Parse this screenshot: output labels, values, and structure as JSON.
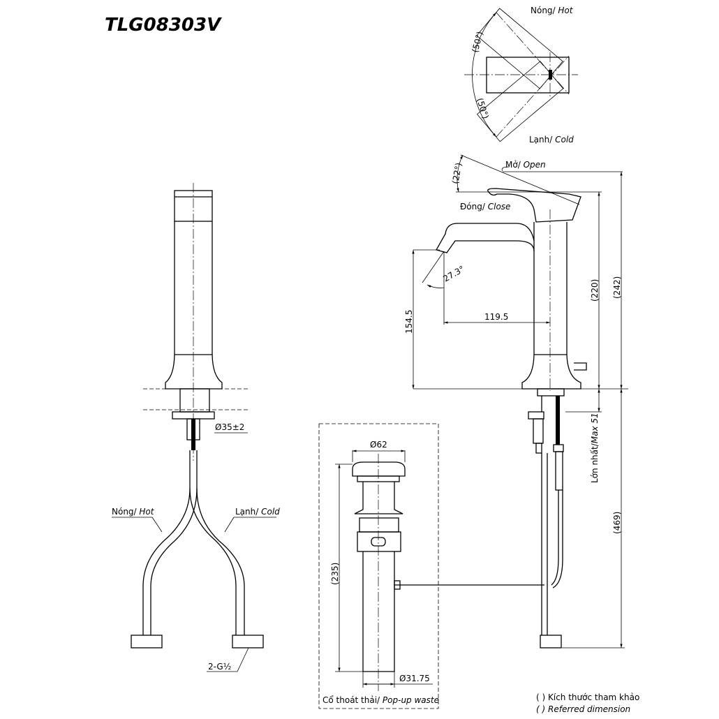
{
  "title": "TLG08303V",
  "top_view": {
    "hot_vi": "Nóng/ ",
    "hot_en": "Hot",
    "cold_vi": "Lạnh/ ",
    "cold_en": "Cold",
    "angle_hot": "(50°)",
    "angle_cold": "(50°)"
  },
  "side_view": {
    "open_vi": "Mở/ ",
    "open_en": "Open",
    "close_vi": "Đóng/ ",
    "close_en": "Close",
    "lever_angle": "(22°)",
    "spout_angle": "27.3°",
    "spout_height": "154.5",
    "spout_reach": "119.5",
    "height_220": "(220)",
    "height_242": "(242)",
    "max_vi": "Lớn nhất/",
    "max_en": "Max 51",
    "total_469": "(469)"
  },
  "front_view": {
    "hole_dia": "Ø35±2",
    "hot_vi": "Nóng/ ",
    "hot_en": "Hot",
    "cold_vi": "Lạnh/ ",
    "cold_en": "Cold",
    "thread": "2-G½"
  },
  "waste": {
    "cap_dia": "Ø62",
    "length": "(235)",
    "pipe_dia": "Ø31.75",
    "label_vi": "Cổ thoát thải/ ",
    "label_en": "Pop-up waste"
  },
  "legend": {
    "line1": "( ) Kích thước tham khảo",
    "line2": "( ) Referred dimension"
  }
}
